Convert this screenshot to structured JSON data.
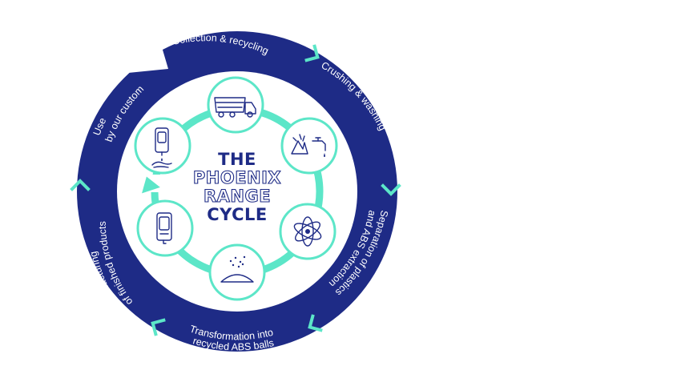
{
  "colors": {
    "ring": "#1e2b86",
    "accent": "#5ce6c8",
    "background": "#ffffff"
  },
  "title": {
    "line1": "THE",
    "line2": "PHOENIX",
    "line3": "RANGE",
    "line4": "CYCLE"
  },
  "ring_steps": [
    {
      "lines": [
        "Collection & recycling"
      ]
    },
    {
      "lines": [
        "Crushing & washing"
      ]
    },
    {
      "lines": [
        "Separation of plastics",
        "and ABS extraction"
      ]
    },
    {
      "lines": [
        "Transformation into",
        "recycled ABS balls"
      ]
    },
    {
      "lines": [
        "Manufacturing",
        "of finished products"
      ]
    },
    {
      "lines": [
        "Use",
        "by our customers"
      ]
    }
  ],
  "icons": [
    {
      "name": "dump-truck-icon"
    },
    {
      "name": "crushing-washing-icon"
    },
    {
      "name": "atom-separation-icon"
    },
    {
      "name": "granules-pile-icon"
    },
    {
      "name": "dispenser-icon"
    },
    {
      "name": "dispenser-hand-icon"
    }
  ]
}
